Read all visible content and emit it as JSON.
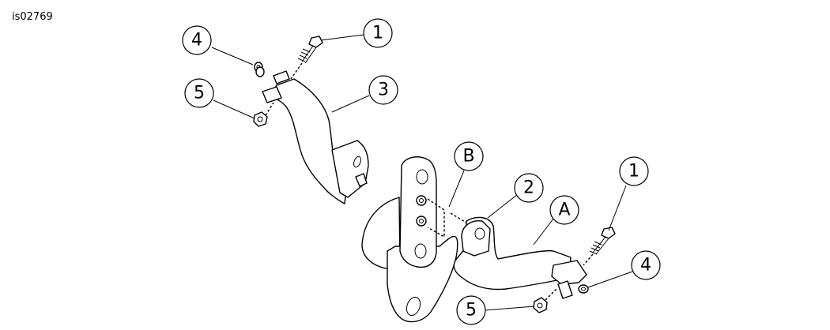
{
  "reference_code": "is02769",
  "callouts": [
    {
      "id": "c1a",
      "label": "1"
    },
    {
      "id": "c4a",
      "label": "4"
    },
    {
      "id": "c5a",
      "label": "5"
    },
    {
      "id": "c3",
      "label": "3"
    },
    {
      "id": "cB",
      "label": "B"
    },
    {
      "id": "c2",
      "label": "2"
    },
    {
      "id": "cA",
      "label": "A"
    },
    {
      "id": "c1b",
      "label": "1"
    },
    {
      "id": "c4b",
      "label": "4"
    },
    {
      "id": "c5b",
      "label": "5"
    }
  ]
}
